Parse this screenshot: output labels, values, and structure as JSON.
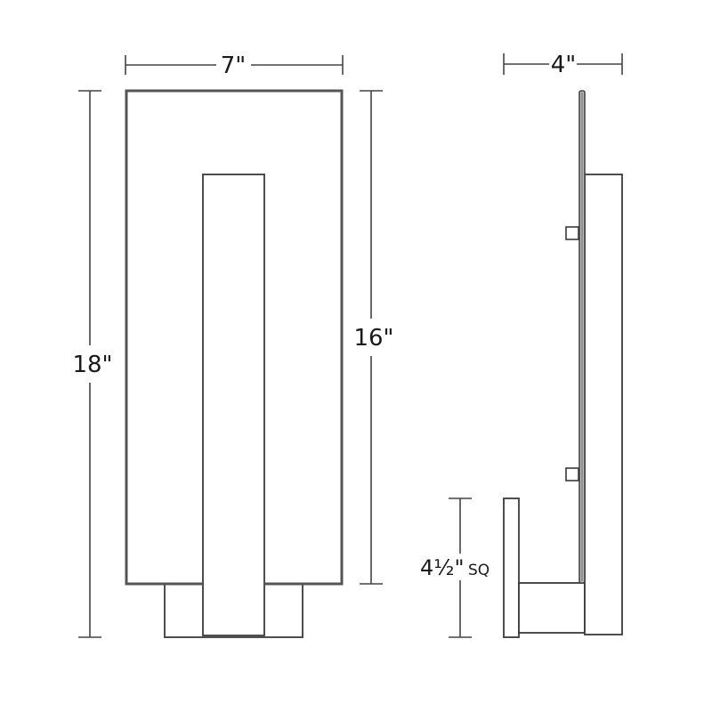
{
  "drawing": {
    "front_view": {
      "width_label": "7\"",
      "overall_height_label": "18\"",
      "shade_height_label": "16\""
    },
    "side_view": {
      "depth_label": "4\"",
      "backplate_label": "4½\"",
      "backplate_suffix": "SQ"
    }
  },
  "colors": {
    "line": "#3a3a3a",
    "line_heavy": "#555555",
    "dim_line": "#444444",
    "background": "#ffffff"
  }
}
